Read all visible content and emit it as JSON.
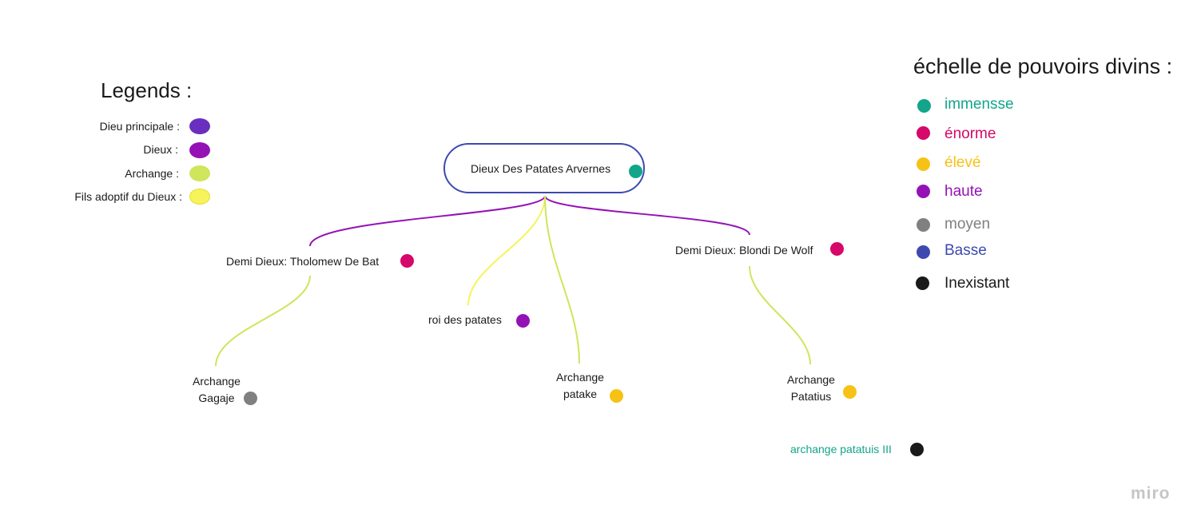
{
  "legend": {
    "title": "Legends :",
    "items": [
      {
        "label": "Dieu principale :",
        "color": "#6a2fbf"
      },
      {
        "label": "Dieux :",
        "color": "#9412b5"
      },
      {
        "label": "Archange :",
        "color": "#cfe55b"
      },
      {
        "label": "Fils adoptif du Dieux :",
        "color": "#f6f45a"
      }
    ]
  },
  "scale": {
    "title": "échelle de pouvoirs divins :",
    "levels": [
      {
        "label": "immensse",
        "color": "#12a58a"
      },
      {
        "label": "énorme",
        "color": "#d6086a"
      },
      {
        "label": "élevé",
        "color": "#f7c216"
      },
      {
        "label": "haute",
        "color": "#9412b5"
      },
      {
        "label": "moyen",
        "color": "#808080"
      },
      {
        "label": "Basse",
        "color": "#3e49b0"
      },
      {
        "label": "Inexistant",
        "color": "#1a1a1a"
      }
    ]
  },
  "tree": {
    "root": {
      "label": "Dieux Des Patates Arvernes",
      "power_color": "#12a58a"
    },
    "demi1": {
      "label": "Demi Dieux: Tholomew De Bat",
      "power_color": "#d6086a"
    },
    "demi2": {
      "label": "Demi Dieux: Blondi De Wolf",
      "power_color": "#d6086a"
    },
    "roi": {
      "label": "roi des patates",
      "power_color": "#9412b5"
    },
    "gagaje": {
      "line1": "Archange",
      "line2": "Gagaje",
      "power_color": "#808080"
    },
    "patake": {
      "line1": "Archange",
      "line2": "patake",
      "power_color": "#f7c216"
    },
    "patatius": {
      "line1": "Archange",
      "line2": "Patatius",
      "power_color": "#f7c216"
    },
    "patatuis3": {
      "label": "archange patatuis III",
      "label_color": "#12a58a",
      "power_color": "#1a1a1a"
    }
  },
  "connector_colors": {
    "dieux": "#9412b5",
    "archange": "#cfe55b",
    "fils": "#f6f45a"
  },
  "branding": {
    "logo": "miro"
  }
}
